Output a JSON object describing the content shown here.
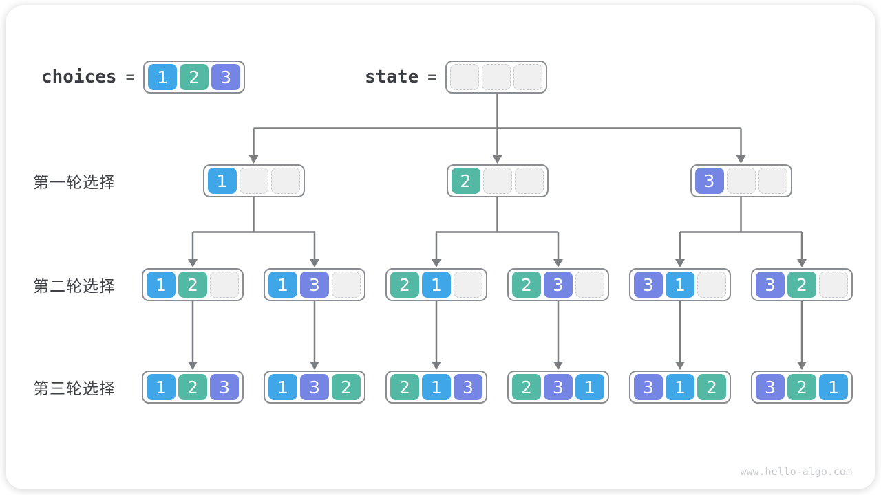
{
  "header": {
    "choices_label": "choices",
    "state_label": "state",
    "equals": "=",
    "choices_values": [
      "1",
      "2",
      "3"
    ],
    "state_values": [
      null,
      null,
      null
    ]
  },
  "round_labels": [
    "第一轮选择",
    "第二轮选择",
    "第三轮选择"
  ],
  "tree": {
    "level1": [
      [
        "1",
        null,
        null
      ],
      [
        "2",
        null,
        null
      ],
      [
        "3",
        null,
        null
      ]
    ],
    "level2": [
      [
        "1",
        "2",
        null
      ],
      [
        "1",
        "3",
        null
      ],
      [
        "2",
        "1",
        null
      ],
      [
        "2",
        "3",
        null
      ],
      [
        "3",
        "1",
        null
      ],
      [
        "3",
        "2",
        null
      ]
    ],
    "level3": [
      [
        "1",
        "2",
        "3"
      ],
      [
        "1",
        "3",
        "2"
      ],
      [
        "2",
        "1",
        "3"
      ],
      [
        "2",
        "3",
        "1"
      ],
      [
        "3",
        "1",
        "2"
      ],
      [
        "3",
        "2",
        "1"
      ]
    ]
  },
  "value_colors": {
    "1": "#3fa7e8",
    "2": "#53b9a5",
    "3": "#7485e4"
  },
  "style_colors": {
    "node_border": "#8a8d91",
    "empty_fill": "#f0f0f1",
    "empty_border": "#c4c6c9",
    "arrow": "#7c7f82",
    "label_text": "#3e4145",
    "mono_text": "#393d42",
    "watermark": "#c8cacd"
  },
  "watermark": "www.hello-algo.com"
}
